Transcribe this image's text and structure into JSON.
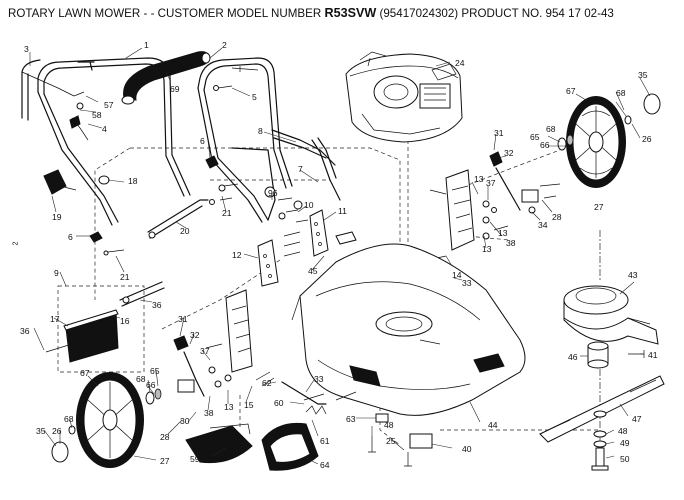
{
  "header": {
    "prefix": "ROTARY LAWN MOWER - - CUSTOMER MODEL NUMBER ",
    "model": "R53SVW",
    "suffix": " (95417024302) PRODUCT NO. 954 17 02-43"
  },
  "side_note": "2",
  "parts": [
    {
      "id": "p1",
      "text": "1"
    },
    {
      "id": "p2",
      "text": "2"
    },
    {
      "id": "p3",
      "text": "3"
    },
    {
      "id": "p69",
      "text": "69"
    },
    {
      "id": "p57",
      "text": "57"
    },
    {
      "id": "p58",
      "text": "58"
    },
    {
      "id": "p4",
      "text": "4"
    },
    {
      "id": "p5",
      "text": "5"
    },
    {
      "id": "p24",
      "text": "24"
    },
    {
      "id": "p35a",
      "text": "35"
    },
    {
      "id": "p67a",
      "text": "67"
    },
    {
      "id": "p68a",
      "text": "68"
    },
    {
      "id": "p68b",
      "text": "68"
    },
    {
      "id": "p65a",
      "text": "65"
    },
    {
      "id": "p66a",
      "text": "66"
    },
    {
      "id": "p26a",
      "text": "26"
    },
    {
      "id": "p27a",
      "text": "27"
    },
    {
      "id": "p8",
      "text": "8"
    },
    {
      "id": "p6a",
      "text": "6"
    },
    {
      "id": "p18",
      "text": "18"
    },
    {
      "id": "p19",
      "text": "19"
    },
    {
      "id": "p6b",
      "text": "6"
    },
    {
      "id": "p20",
      "text": "20"
    },
    {
      "id": "p21a",
      "text": "21"
    },
    {
      "id": "p21b",
      "text": "21"
    },
    {
      "id": "p7",
      "text": "7"
    },
    {
      "id": "p96",
      "text": "96"
    },
    {
      "id": "p10",
      "text": "10"
    },
    {
      "id": "p11",
      "text": "11"
    },
    {
      "id": "p12",
      "text": "12"
    },
    {
      "id": "p45",
      "text": "45"
    },
    {
      "id": "p31a",
      "text": "31"
    },
    {
      "id": "p32a",
      "text": "32"
    },
    {
      "id": "p13a",
      "text": "13"
    },
    {
      "id": "p37a",
      "text": "37"
    },
    {
      "id": "p13b",
      "text": "13"
    },
    {
      "id": "p38a",
      "text": "38"
    },
    {
      "id": "p13c",
      "text": "13"
    },
    {
      "id": "p14",
      "text": "14"
    },
    {
      "id": "p33a",
      "text": "33"
    },
    {
      "id": "p34",
      "text": "34"
    },
    {
      "id": "p28a",
      "text": "28"
    },
    {
      "id": "p9",
      "text": "9"
    },
    {
      "id": "p36a",
      "text": "36"
    },
    {
      "id": "p36b",
      "text": "36"
    },
    {
      "id": "p17",
      "text": "17"
    },
    {
      "id": "p16",
      "text": "16"
    },
    {
      "id": "p31b",
      "text": "31"
    },
    {
      "id": "p32b",
      "text": "32"
    },
    {
      "id": "p37b",
      "text": "37"
    },
    {
      "id": "p65b",
      "text": "65"
    },
    {
      "id": "p68c",
      "text": "68"
    },
    {
      "id": "p66b",
      "text": "66"
    },
    {
      "id": "p67b",
      "text": "67"
    },
    {
      "id": "p68d",
      "text": "68"
    },
    {
      "id": "p35b",
      "text": "35"
    },
    {
      "id": "p26b",
      "text": "26"
    },
    {
      "id": "p28b",
      "text": "28"
    },
    {
      "id": "p30",
      "text": "30"
    },
    {
      "id": "p38b",
      "text": "38"
    },
    {
      "id": "p13d",
      "text": "13"
    },
    {
      "id": "p15",
      "text": "15"
    },
    {
      "id": "p62",
      "text": "62"
    },
    {
      "id": "p33b",
      "text": "33"
    },
    {
      "id": "p60",
      "text": "60"
    },
    {
      "id": "p61",
      "text": "61"
    },
    {
      "id": "p63",
      "text": "63"
    },
    {
      "id": "p48a",
      "text": "48"
    },
    {
      "id": "p25",
      "text": "25"
    },
    {
      "id": "p40",
      "text": "40"
    },
    {
      "id": "p44",
      "text": "44"
    },
    {
      "id": "p59",
      "text": "59"
    },
    {
      "id": "p64",
      "text": "64"
    },
    {
      "id": "p27b",
      "text": "27"
    },
    {
      "id": "p43",
      "text": "43"
    },
    {
      "id": "p46",
      "text": "46"
    },
    {
      "id": "p41",
      "text": "41"
    },
    {
      "id": "p47",
      "text": "47"
    },
    {
      "id": "p48b",
      "text": "48"
    },
    {
      "id": "p49",
      "text": "49"
    },
    {
      "id": "p50",
      "text": "50"
    }
  ]
}
